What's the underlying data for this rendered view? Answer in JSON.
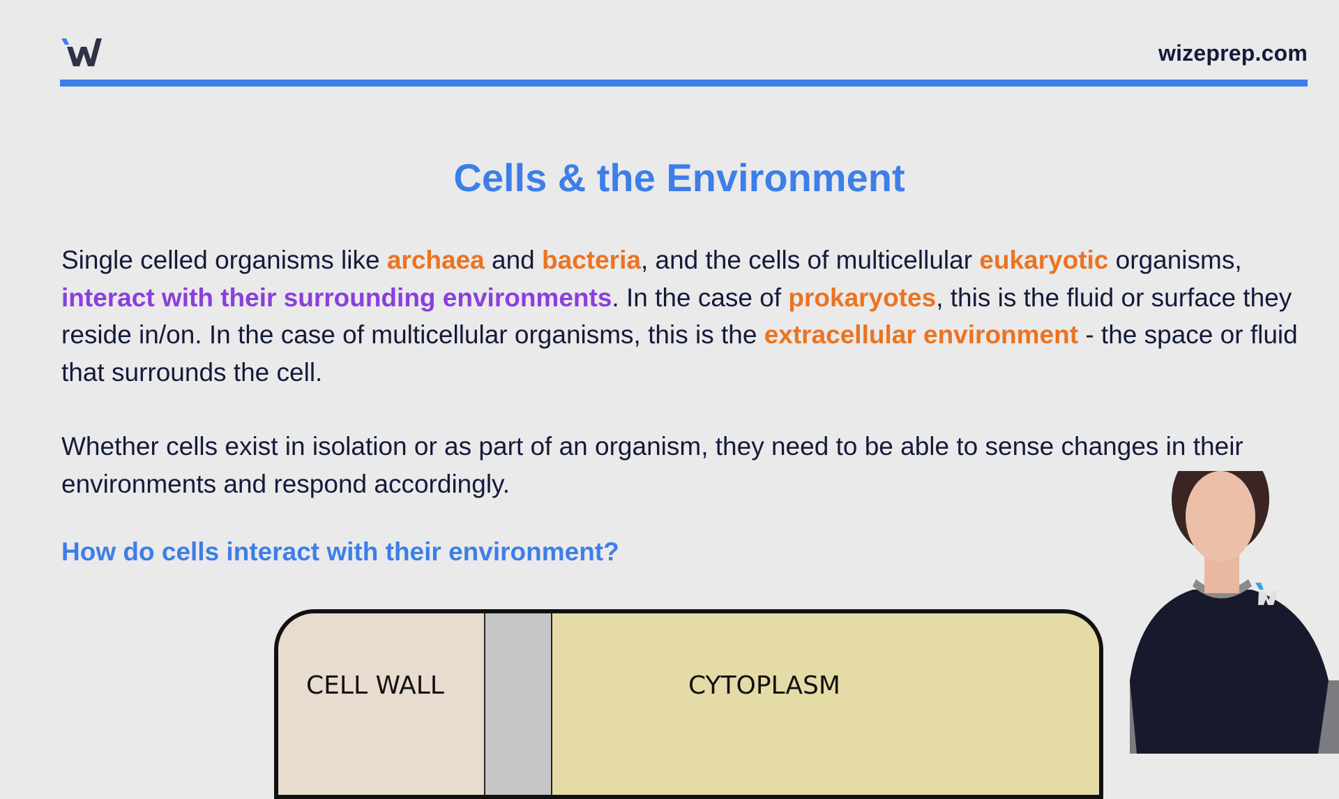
{
  "header": {
    "logo": "wizeprep-w-logo",
    "site": "wizeprep.com",
    "accent_color": "#3d7ee8"
  },
  "slide": {
    "title": "Cells & the Environment",
    "paragraph1": {
      "t1": "Single celled organisms like ",
      "h1": "archaea",
      "t2": " and ",
      "h2": "bacteria",
      "t3": ", and the cells of multicellular ",
      "h3": "eukaryotic",
      "t4": " organisms, ",
      "h4": "interact with their surrounding environments",
      "t5": ". In the case of ",
      "h5": "prokaryotes",
      "t6": ", this is the fluid or surface they reside in/on. In the case of multicellular organisms, this is the ",
      "h6": "extracellular environment",
      "t7": " - the space or fluid that surrounds the cell."
    },
    "paragraph2": "Whether cells exist in isolation or as part of an organism, they need to be able to sense changes in their environments and respond accordingly.",
    "question": "How do cells interact with their environment?",
    "highlight_colors": {
      "orange": "#ec7320",
      "purple": "#8a3fdc"
    }
  },
  "diagram": {
    "labels": {
      "wall": "CELL WALL",
      "cytoplasm": "CYTOPLASM"
    },
    "colors": {
      "wall": "#e8dccf",
      "membrane": "#c6c6c6",
      "cytoplasm": "#e5dba6"
    }
  },
  "presenter": {
    "icon": "presenter-video"
  }
}
